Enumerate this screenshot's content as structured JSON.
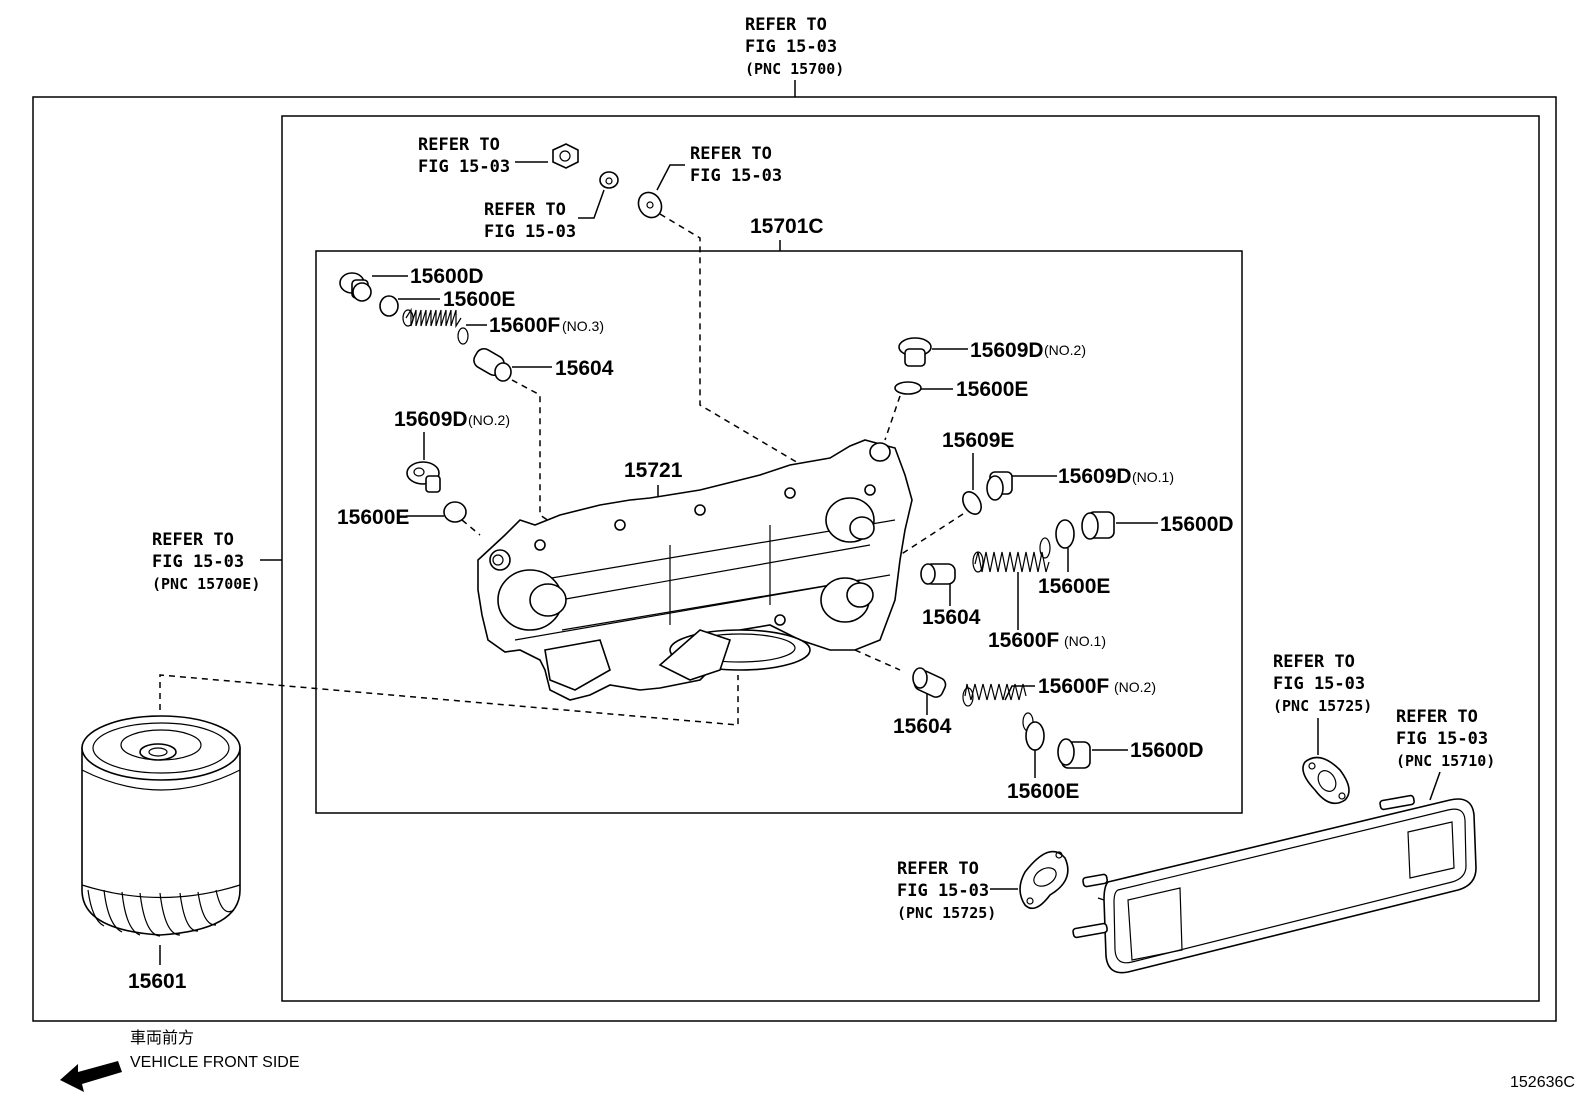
{
  "refs": {
    "top": [
      "REFER TO",
      "FIG 15-03",
      "(PNC 15700)"
    ],
    "nut": [
      "REFER TO",
      "FIG 15-03"
    ],
    "washer_a": [
      "REFER TO",
      "FIG 15-03"
    ],
    "washer_b": [
      "REFER TO",
      "FIG 15-03"
    ],
    "left": [
      "REFER TO",
      "FIG 15-03",
      "(PNC 15700E)"
    ],
    "gasket_right": [
      "REFER TO",
      "FIG 15-03",
      "(PNC 15725)"
    ],
    "cooler": [
      "REFER TO",
      "FIG 15-03",
      "(PNC 15710)"
    ],
    "gasket_bottom": [
      "REFER TO",
      "FIG 15-03",
      "(PNC 15725)"
    ]
  },
  "labels": {
    "p15701C": "15701C",
    "p15600D_a": "15600D",
    "p15600E_a": "15600E",
    "p15600F_a": "15600F",
    "p15600F_a_sub": "(NO.3)",
    "p15604_a": "15604",
    "p15609D_a": "15609D",
    "p15609D_a_sub": "(NO.2)",
    "p15600E_b": "15600E",
    "p15721": "15721",
    "p15609D_b": "15609D",
    "p15609D_b_sub": "(NO.2)",
    "p15600E_c": "15600E",
    "p15609E": "15609E",
    "p15609D_c": "15609D",
    "p15609D_c_sub": "(NO.1)",
    "p15600D_b": "15600D",
    "p15600E_d": "15600E",
    "p15604_b": "15604",
    "p15600F_b": "15600F",
    "p15600F_b_sub": "(NO.1)",
    "p15600F_c": "15600F",
    "p15600F_c_sub": "(NO.2)",
    "p15604_c": "15604",
    "p15600D_c": "15600D",
    "p15600E_e": "15600E",
    "p15601": "15601"
  },
  "direction": {
    "jp": "車両前方",
    "en": "VEHICLE FRONT SIDE"
  },
  "figure_id": "152636C"
}
